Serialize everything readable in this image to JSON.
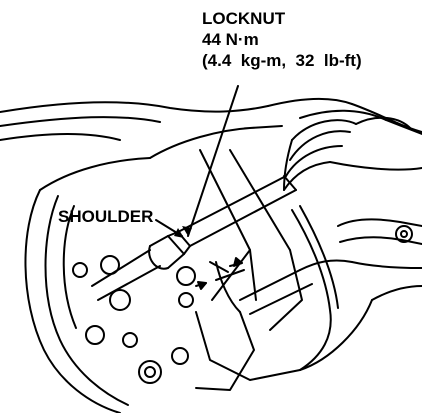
{
  "callouts": {
    "locknut": {
      "name": "LOCKNUT",
      "torque_metric": "44 N·m",
      "torque_alt": "(4.4  kg-m,  32  lb-ft)"
    },
    "shoulder": "SHOULDER"
  },
  "colors": {
    "line": "#000000",
    "background": "#ffffff"
  }
}
